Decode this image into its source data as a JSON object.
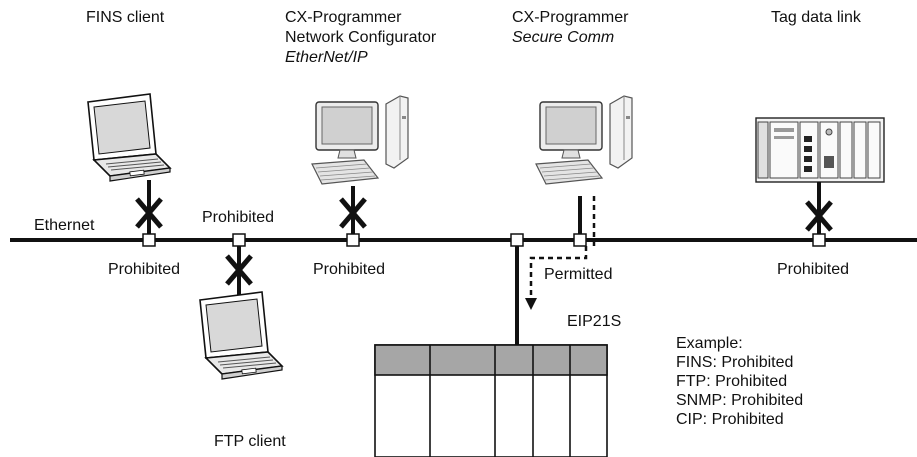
{
  "devices": {
    "fins_client": {
      "label": "FINS client",
      "icon": "laptop-icon",
      "access": "Prohibited"
    },
    "cx_network_configurator": {
      "label_line1": "CX-Programmer",
      "label_line2": "Network Configurator",
      "label_line3": "EtherNet/IP",
      "icon": "desktop-pc-icon",
      "access": "Prohibited"
    },
    "cx_secure_comm": {
      "label_line1": "CX-Programmer",
      "label_line2": "Secure Comm",
      "icon": "desktop-pc-icon",
      "access": "Permitted"
    },
    "tag_data_link": {
      "label": "Tag data link",
      "icon": "plc-rack-icon",
      "access": "Prohibited"
    },
    "ftp_client": {
      "label": "FTP client",
      "icon": "laptop-icon",
      "access": "Prohibited"
    },
    "eip21s": {
      "label": "EIP21S",
      "icon": "plc-unit-icon"
    }
  },
  "network": {
    "label": "Ethernet"
  },
  "example": {
    "title": "Example:",
    "lines": [
      "FINS: Prohibited",
      "FTP: Prohibited",
      "SNMP: Prohibited",
      "CIP: Prohibited"
    ]
  },
  "colors": {
    "line": "#111111",
    "screen_fill": "#d8d8d8",
    "block_header": "#a6a6a6"
  }
}
